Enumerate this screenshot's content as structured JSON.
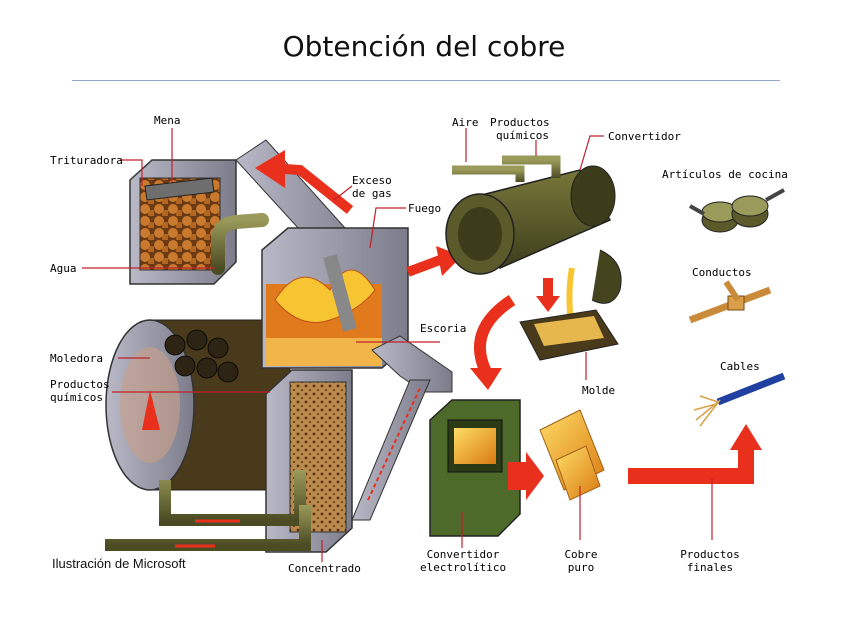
{
  "title": "Obtención del cobre",
  "labels": {
    "mena": "Mena",
    "trituradora": "Trituradora",
    "agua": "Agua",
    "moledora": "Moledora",
    "productos_quimicos_left_1": "Productos",
    "productos_quimicos_left_2": "químicos",
    "exceso_1": "Exceso",
    "exceso_2": "de gas",
    "fuego": "Fuego",
    "escoria": "Escoria",
    "aire": "Aire",
    "productos_quimicos_top_1": "Productos",
    "productos_quimicos_top_2": "químicos",
    "convertidor": "Convertidor",
    "molde": "Molde",
    "articulos": "Artículos de cocina",
    "conductos": "Conductos",
    "cables": "Cables",
    "convertidor_elec_1": "Convertidor",
    "convertidor_elec_2": "electrolítico",
    "cobre_1": "Cobre",
    "cobre_2": "puro",
    "productos_finales_1": "Productos",
    "productos_finales_2": "finales",
    "concentrado": "Concentrado"
  },
  "credit": "Ilustración de Microsoft",
  "colors": {
    "arrow": "#e8301c",
    "machine_olive": "#5a5a2a",
    "copper": "#d98a1e",
    "ore": "#b8742a",
    "stone": "#9a9aa8",
    "callout": "#c0202a"
  }
}
